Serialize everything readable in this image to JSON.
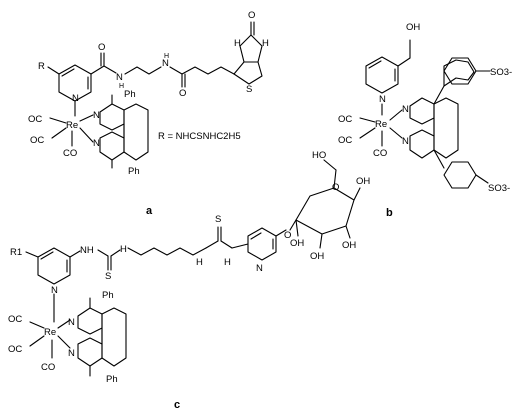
{
  "figure": {
    "panel_a": "a",
    "panel_b": "b",
    "panel_c": "c",
    "r_definition": "R = NHCSNHC2H5",
    "atoms": {
      "re": "Re",
      "co": "CO",
      "oc": "OC",
      "n": "N",
      "o": "O",
      "s": "S",
      "h": "H",
      "nh": "NH",
      "ph": "Ph",
      "oh": "OH",
      "ho": "HO",
      "r": "R",
      "r1": "R1",
      "so3": "SO3-"
    }
  }
}
